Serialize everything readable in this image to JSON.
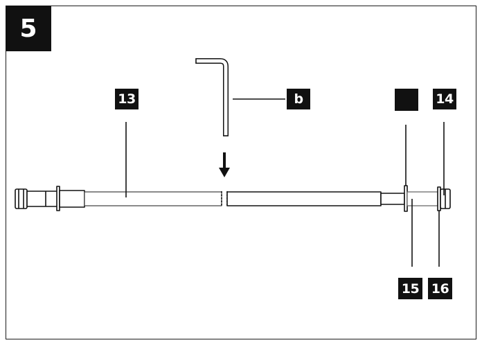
{
  "step": {
    "number": "5"
  },
  "labels": {
    "part_13": "13",
    "part_14": "14",
    "part_15": "15",
    "part_16": "16",
    "tool_b": "b",
    "blank_tag": ""
  },
  "colors": {
    "ink": "#111111",
    "paper": "#ffffff"
  },
  "icons": {
    "tool": "allen-key-icon",
    "direction": "arrow-down-icon"
  }
}
